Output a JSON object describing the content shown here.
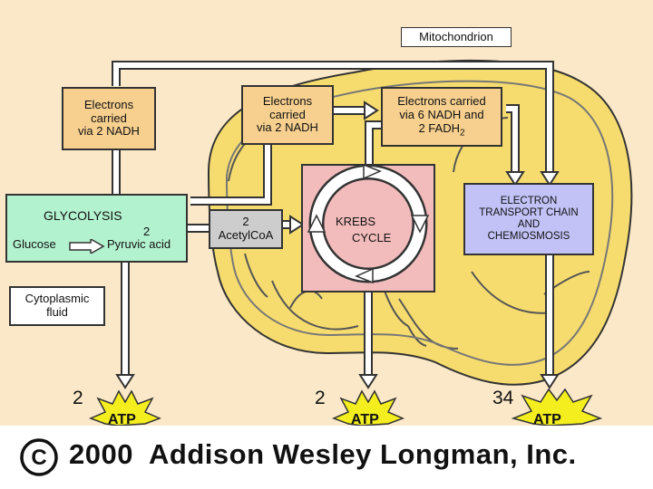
{
  "mitochondrion_label": "Mitochondrion",
  "nadh_box_1": {
    "line1": "Electrons",
    "line2": "carried",
    "line3": "via 2 NADH"
  },
  "nadh_box_2": {
    "line1": "Electrons",
    "line2": "carried",
    "line3": "via 2 NADH"
  },
  "nadh_box_3": {
    "line1": "Electrons carried",
    "line2": "via 6 NADH and",
    "line3": "2 FADH",
    "line3_sub": "2"
  },
  "glycolysis": {
    "title": "GLYCOLYSIS",
    "count": "2",
    "left": "Glucose",
    "right": "Pyruvic acid"
  },
  "acetyl": {
    "count": "2",
    "label": "AcetylCoA"
  },
  "krebs": {
    "line1": "KREBS",
    "line2": "CYCLE"
  },
  "etc": {
    "line1": "ELECTRON",
    "line2": "TRANSPORT CHAIN",
    "line3": "AND",
    "line4": "CHEMIOSMOSIS"
  },
  "cytoplasm": {
    "line1": "Cytoplasmic",
    "line2": "fluid"
  },
  "atp": [
    {
      "count": "2",
      "label": "ATP"
    },
    {
      "count": "2",
      "label": "ATP"
    },
    {
      "count": "34",
      "label": "ATP"
    }
  ],
  "footer": {
    "symbol": "C",
    "text": "2000  Addison Wesley Longman, Inc."
  },
  "colors": {
    "background": "#fbe8c8",
    "mitochondrion_fill": "#f6dc6e",
    "box_orange": "#f7d08f",
    "box_green": "#b3f2cf",
    "box_grey": "#cdcdcd",
    "box_pink": "#f3bcbc",
    "box_blue": "#c2c2f7",
    "atp_star": "#f4ee1e"
  }
}
